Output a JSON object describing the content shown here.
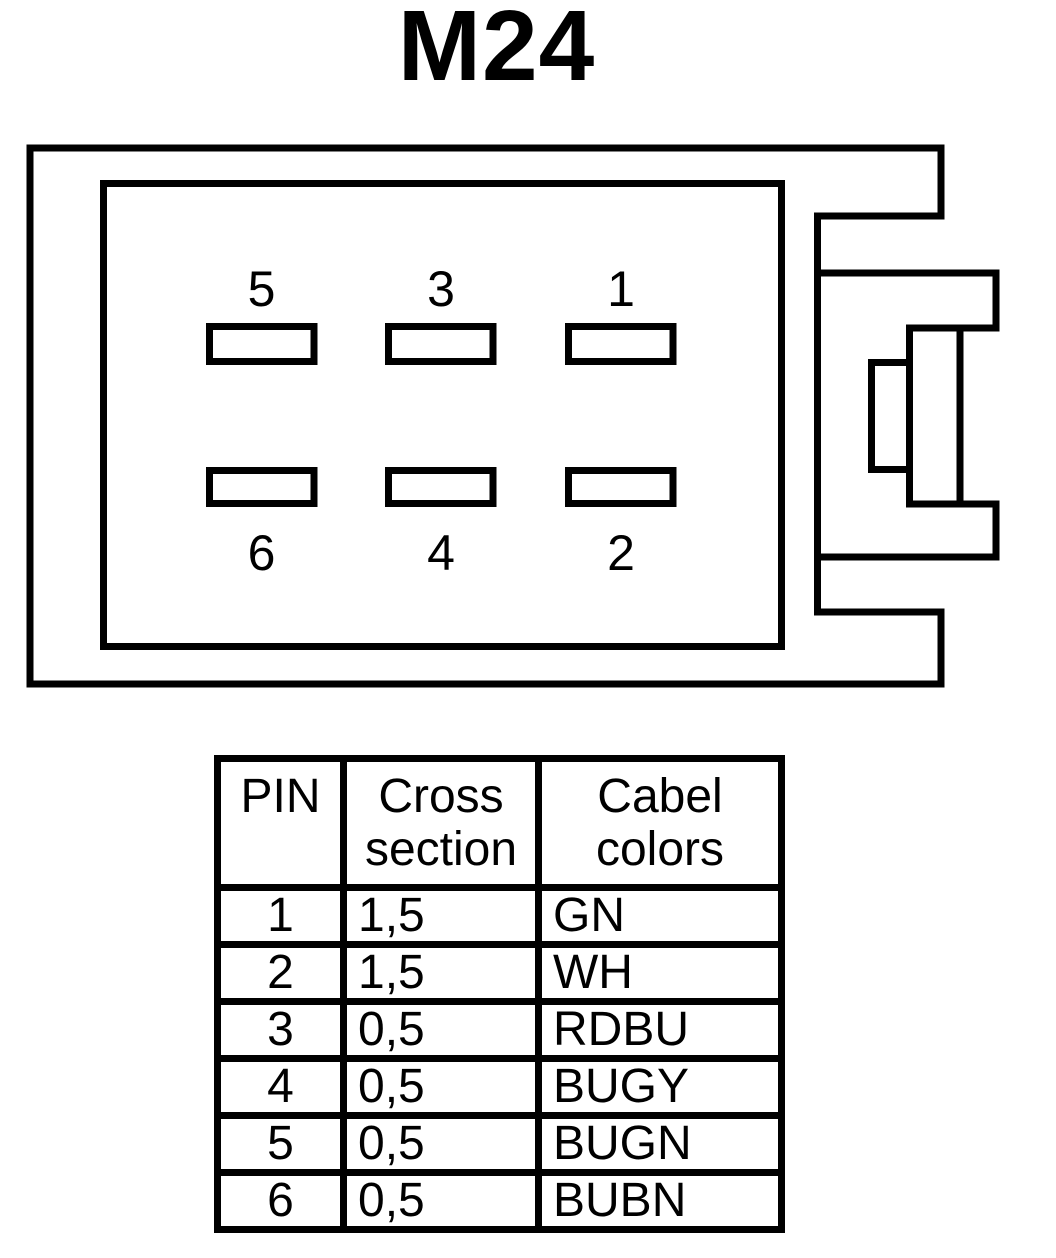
{
  "page": {
    "background": "#ffffff",
    "line_color": "#000000"
  },
  "title": "M24",
  "connector": {
    "pin_labels_top": [
      "5",
      "3",
      "1"
    ],
    "pin_labels_bottom": [
      "6",
      "4",
      "2"
    ]
  },
  "table": {
    "header": {
      "pin": "PIN",
      "cross_line1": "Cross",
      "cross_line2": "section",
      "cable_line1": "Cabel",
      "cable_line2": "colors"
    },
    "rows": [
      {
        "pin": "1",
        "cross": "1,5",
        "color": "GN"
      },
      {
        "pin": "2",
        "cross": "1,5",
        "color": "WH"
      },
      {
        "pin": "3",
        "cross": "0,5",
        "color": "RDBU"
      },
      {
        "pin": "4",
        "cross": "0,5",
        "color": "BUGY"
      },
      {
        "pin": "5",
        "cross": "0,5",
        "color": "BUGN"
      },
      {
        "pin": "6",
        "cross": "0,5",
        "color": "BUBN"
      }
    ]
  }
}
